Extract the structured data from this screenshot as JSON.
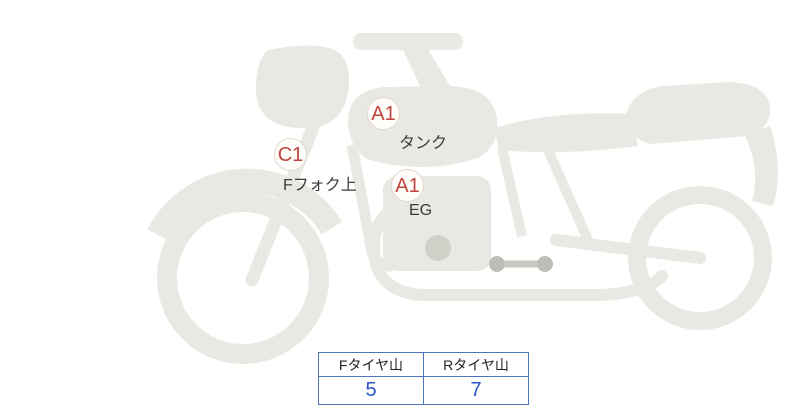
{
  "markers": [
    {
      "code": "A1",
      "label": "タンク"
    },
    {
      "code": "C1",
      "label": "Fフォク上"
    },
    {
      "code": "A1",
      "label": "EG"
    }
  ],
  "tire_table": {
    "front_header": "Fタイヤ山",
    "rear_header": "Rタイヤ山",
    "front_value": "5",
    "rear_value": "7"
  },
  "colors": {
    "marker_text": "#bf4440",
    "marker_circle_border": "#e2d9cf",
    "label_text": "#3b3b3b",
    "value_text": "#2b55c8",
    "table_border": "#4a74b8",
    "bike_fill": "#e9e9e3",
    "bike_detail": "#bdbdb7"
  }
}
